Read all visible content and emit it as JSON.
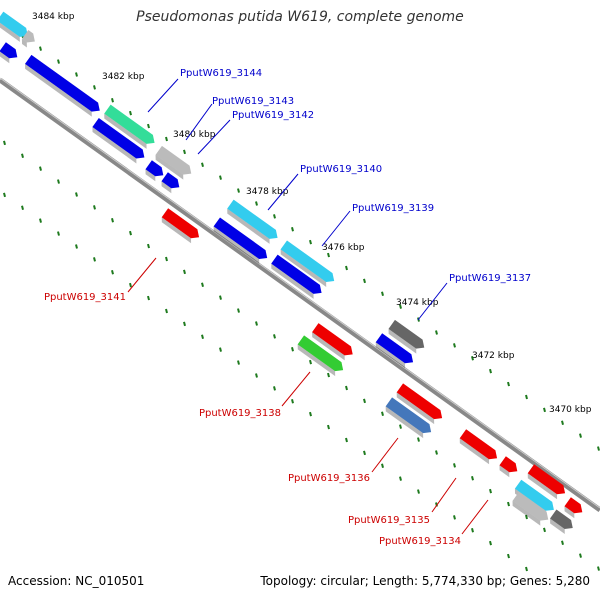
{
  "title": "Pseudomonas putida W619, complete genome",
  "footer": {
    "accession": "Accession: NC_010501",
    "summary": "Topology: circular; Length: 5,774,330 bp; Genes: 5,280"
  },
  "colors": {
    "forward_label": "#0000cc",
    "reverse_label": "#cc0000",
    "backbone": "#888888",
    "tick": "#1e7a1e",
    "blue": "#0000e6",
    "cyan": "#33ccee",
    "teal": "#33dd99",
    "gray_light": "#bbbbbb",
    "gray_dark": "#666666",
    "red": "#ee0000",
    "green": "#33cc33",
    "steel": "#4477bb"
  },
  "scale": {
    "unit": "kbp",
    "ticks": [
      {
        "label": "3484 kbp"
      },
      {
        "label": "3482 kbp"
      },
      {
        "label": "3480 kbp"
      },
      {
        "label": "3478 kbp"
      },
      {
        "label": "3476 kbp"
      },
      {
        "label": "3474 kbp"
      },
      {
        "label": "3472 kbp"
      },
      {
        "label": "3470 kbp"
      }
    ]
  },
  "forward_genes": [
    {
      "label": "PputW619_3144"
    },
    {
      "label": "PputW619_3143"
    },
    {
      "label": "PputW619_3142"
    },
    {
      "label": "PputW619_3140"
    },
    {
      "label": "PputW619_3139"
    },
    {
      "label": "PputW619_3137"
    }
  ],
  "reverse_genes": [
    {
      "label": "PputW619_3141"
    },
    {
      "label": "PputW619_3138"
    },
    {
      "label": "PputW619_3136"
    },
    {
      "label": "PputW619_3135"
    },
    {
      "label": "PputW619_3134"
    }
  ]
}
